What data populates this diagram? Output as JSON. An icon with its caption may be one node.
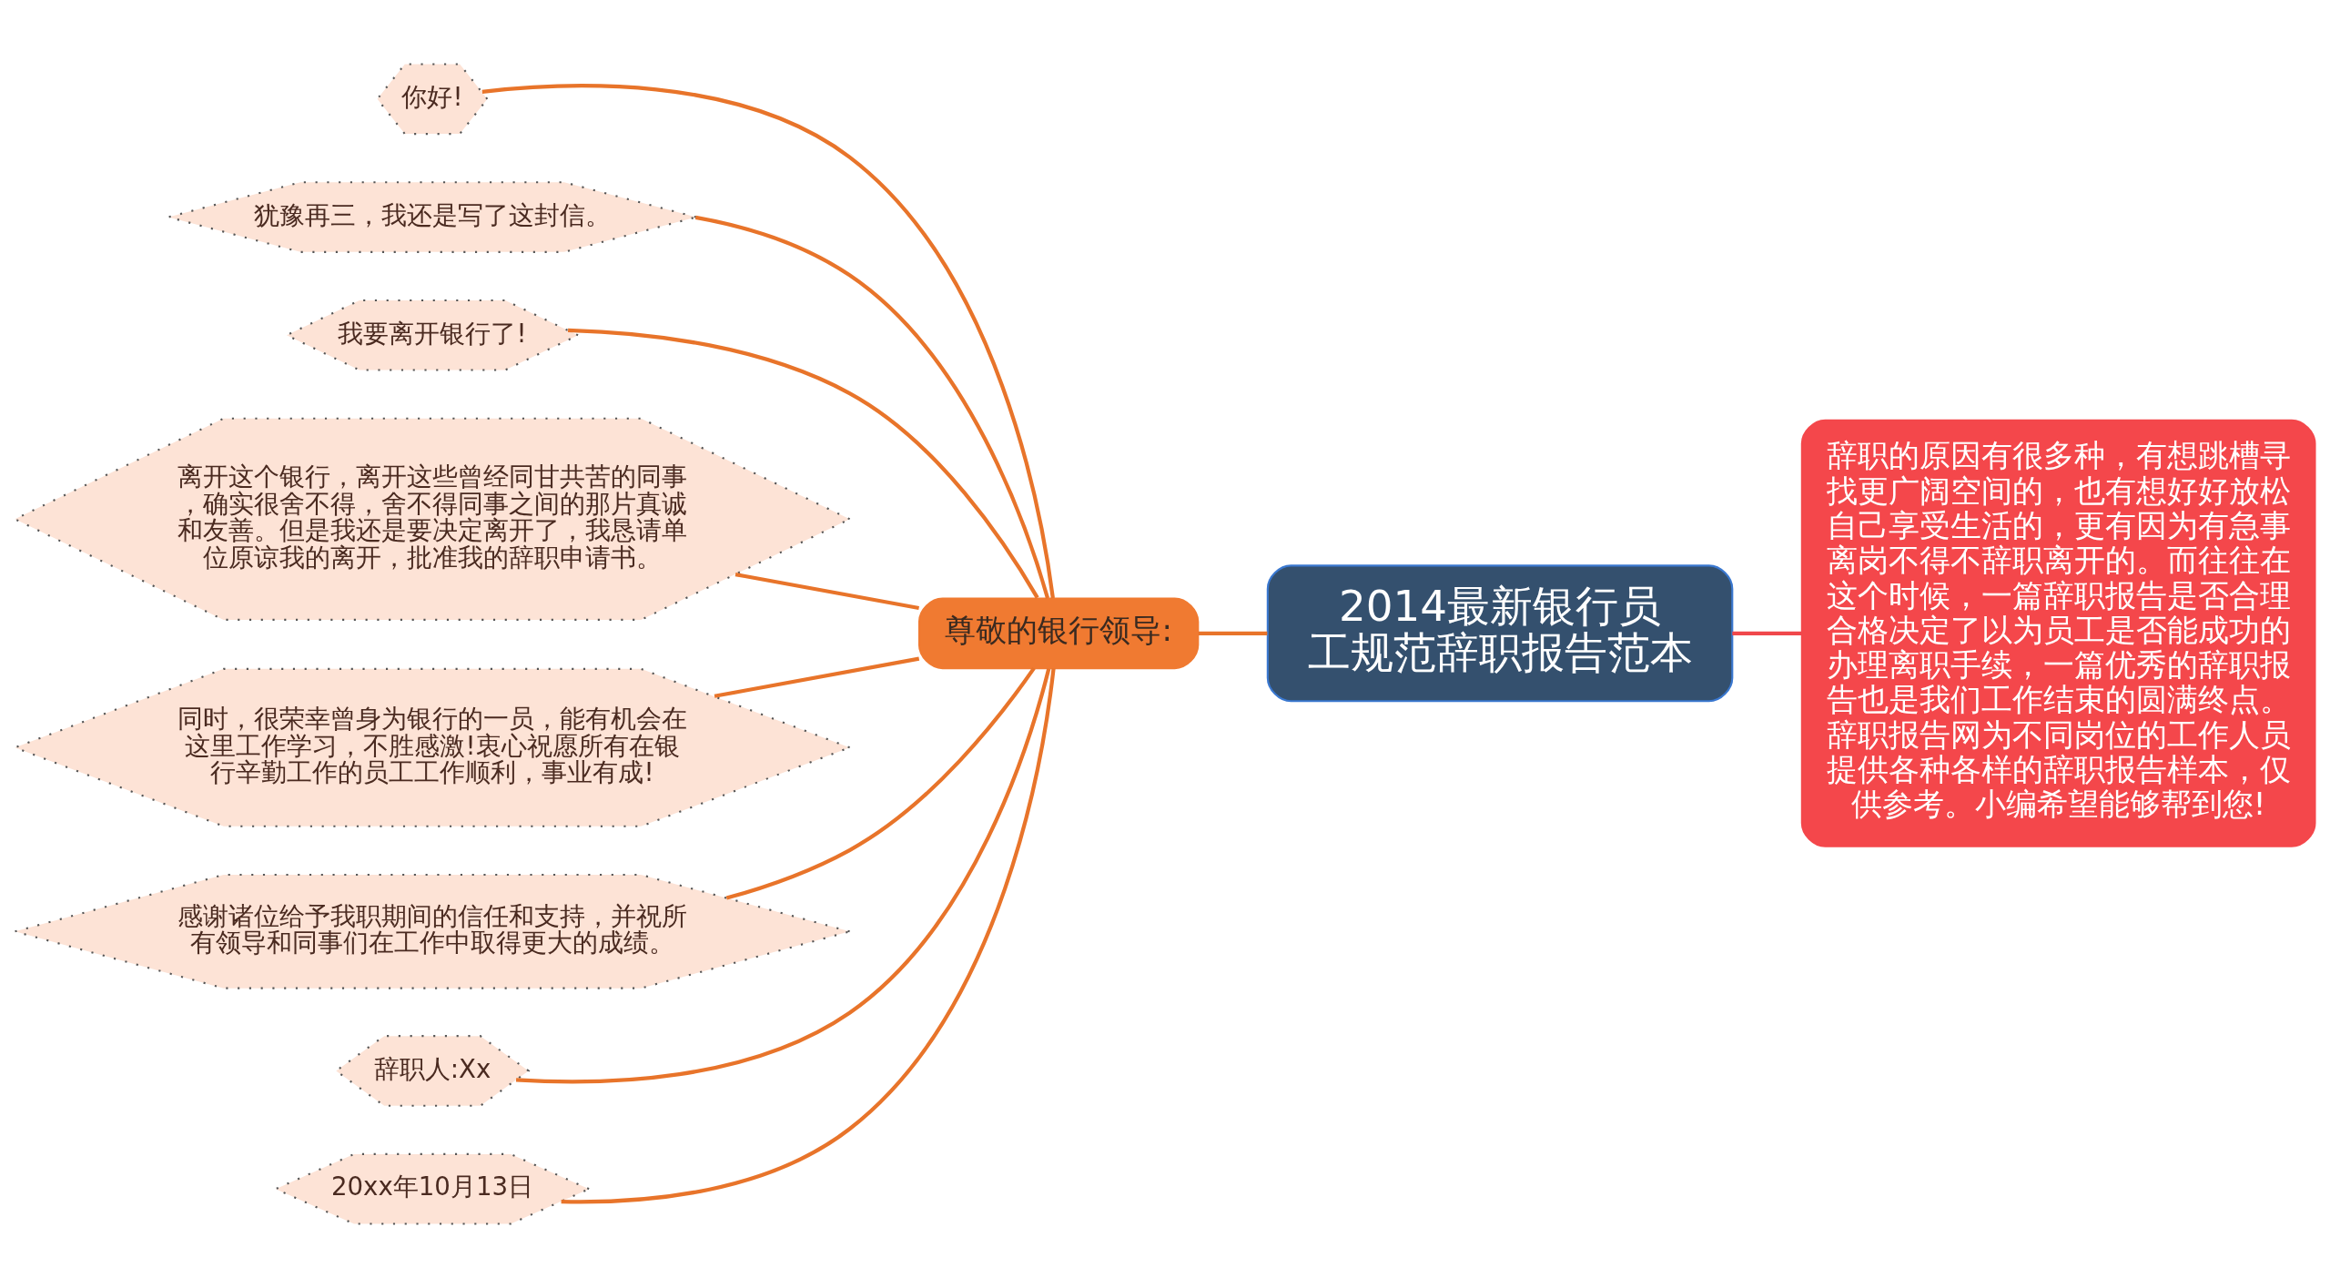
{
  "diagram": {
    "nodes": [
      {
        "text": [
          "2014最新银行员工规范辞职报告范本"
        ]
      },
      {
        "text": [
          "尊敬的银行领导:"
        ]
      },
      {
        "text": [
          "你好!"
        ]
      },
      {
        "text": [
          "犹豫再三，我还是写了这封信。"
        ]
      },
      {
        "text": [
          "我要离开银行了!"
        ]
      },
      {
        "text": [
          "离开这个银行，离开这些曾经同甘共苦的同事，确实很舍不得，舍不得同事之间的那片真诚和友善。但是我还是要决定离开了，我恳请单位原谅我的离开，批准我的辞职申请书。"
        ]
      },
      {
        "text": [
          "同时，很荣幸曾身为银行的一员，能有机会在这里工作学习，不胜感激!衷心祝愿所有在银行辛勤工作的员工工作顺利，事业有成!"
        ]
      },
      {
        "text": [
          "感谢诸位给予我职期间的信任和支持，并祝所有领导和同事们在工作中取得更大的成绩。"
        ]
      },
      {
        "text": [
          "辞职人:Xx"
        ]
      },
      {
        "text": [
          "20xx年10月13日"
        ]
      },
      {
        "text": [
          "辞职的原因有很多种，有想跳槽寻找更广阔空间的，也有想好好放松自己享受生活的，更有因为有急事离岗不得不辞职离开的。而往往在这个时候，一篇辞职报告是否合理合格决定了以为员工是否能成功的办理离职手续，一篇优秀的辞职报告也是我们工作结束的圆满终点。辞职报告网为不同岗位的工作人员提供各种各样的辞职报告样本，仅供参考。小编希望能够帮到您!"
        ]
      }
    ],
    "edges": [
      {
        "from": 0,
        "to": 1,
        "arrow": "none"
      },
      {
        "from": 1,
        "to": 2,
        "arrow": "none"
      },
      {
        "from": 1,
        "to": 3,
        "arrow": "none"
      },
      {
        "from": 1,
        "to": 4,
        "arrow": "none"
      },
      {
        "from": 1,
        "to": 5,
        "arrow": "none"
      },
      {
        "from": 1,
        "to": 6,
        "arrow": "none"
      },
      {
        "from": 1,
        "to": 7,
        "arrow": "none"
      },
      {
        "from": 1,
        "to": 8,
        "arrow": "none"
      },
      {
        "from": 1,
        "to": 9,
        "arrow": "none"
      },
      {
        "from": 0,
        "to": 10,
        "arrow": "none",
        "color": "#f0474b"
      }
    ]
  }
}
